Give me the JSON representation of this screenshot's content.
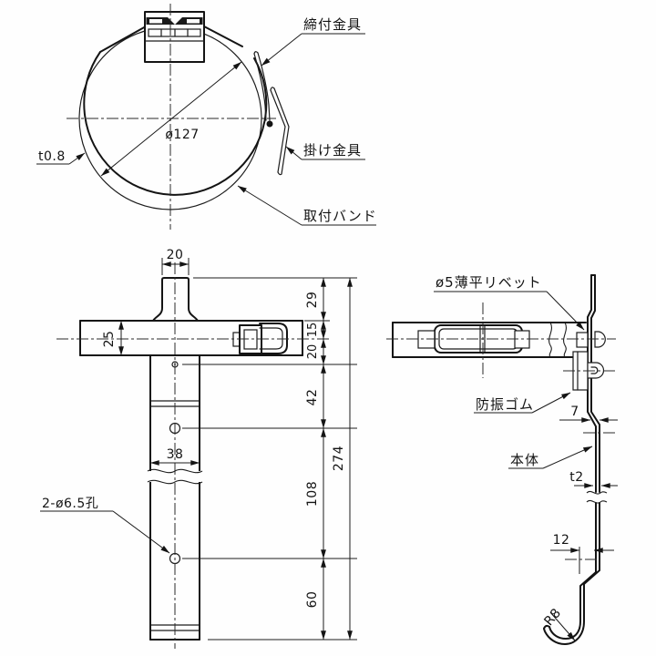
{
  "band_view": {
    "diameter": "ø127",
    "band_thickness": "t0.8",
    "clamp_fitting_label": "締付金具",
    "hook_fitting_label": "掛け金具",
    "mounting_band_label": "取付バンド"
  },
  "front_view": {
    "stub_width": "20",
    "band_height": "25",
    "dim_29": "29",
    "dim_15": "15",
    "dim_20": "20",
    "dim_42": "42",
    "body_width": "38",
    "dim_108": "108",
    "dim_60": "60",
    "overall_height": "274",
    "holes_label": "2-ø6.5孔"
  },
  "side_view": {
    "rivet_label": "ø5薄平リベット",
    "rubber_label": "防振ゴム",
    "dim_7": "7",
    "body_label": "本体",
    "plate_thickness": "t2",
    "dim_12": "12",
    "corner_radius": "R8"
  }
}
